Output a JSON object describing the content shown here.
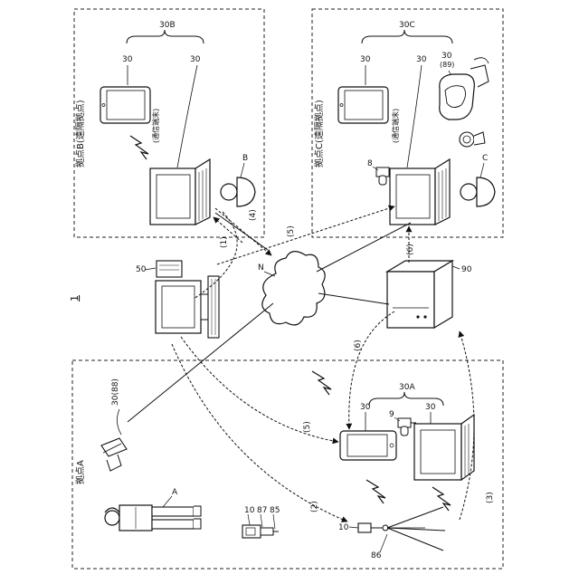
{
  "figure": {
    "number": "1",
    "network_label": "N",
    "sites": {
      "a": {
        "title": "拠点A",
        "person": "A",
        "group_label": "30A"
      },
      "b": {
        "title": "拠点B(遠隔拠点)",
        "person": "B",
        "group_label": "30B",
        "terminal_note": "(通信端末)"
      },
      "c": {
        "title": "拠点C(遠隔拠点)",
        "person": "C",
        "group_label": "30C",
        "terminal_note": "(通信端末)"
      }
    },
    "refs": {
      "r30": "30",
      "r30_88": "30(88)",
      "r30_89": "30\n(89)",
      "r8": "8",
      "r9": "9",
      "r10": "10",
      "r87": "87",
      "r85": "85",
      "r86": "86",
      "r50": "50",
      "r90": "90"
    },
    "steps": {
      "s1": "(1)",
      "s2": "(2)",
      "s3": "(3)",
      "s4": "(4)",
      "s5": "(5)",
      "s6": "(6)"
    }
  }
}
